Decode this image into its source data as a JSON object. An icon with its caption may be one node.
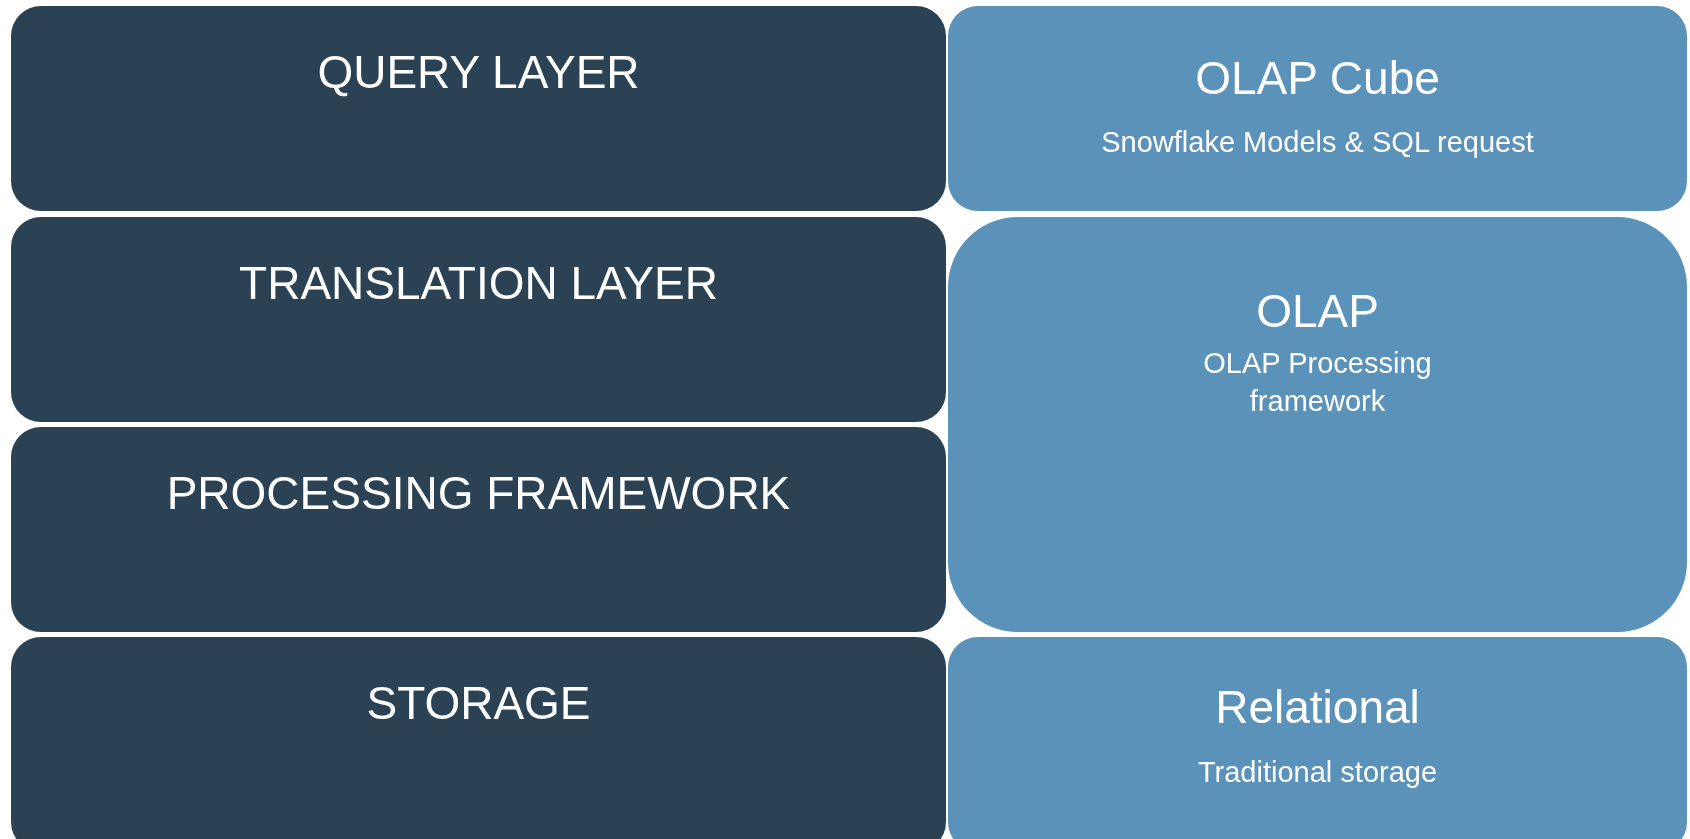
{
  "diagram": {
    "nodes": [
      {
        "text": [
          "QUERY LAYER"
        ]
      },
      {
        "text": [
          "TRANSLATION LAYER"
        ]
      },
      {
        "text": [
          "PROCESSING FRAMEWORK"
        ]
      },
      {
        "text": [
          "STORAGE"
        ]
      },
      {
        "text": [
          "OLAP Cube",
          "Snowflake Models & SQL request"
        ]
      },
      {
        "text": [
          "OLAP",
          "OLAP Processing framework"
        ]
      },
      {
        "text": [
          "Relational",
          "Traditional storage"
        ]
      }
    ]
  }
}
